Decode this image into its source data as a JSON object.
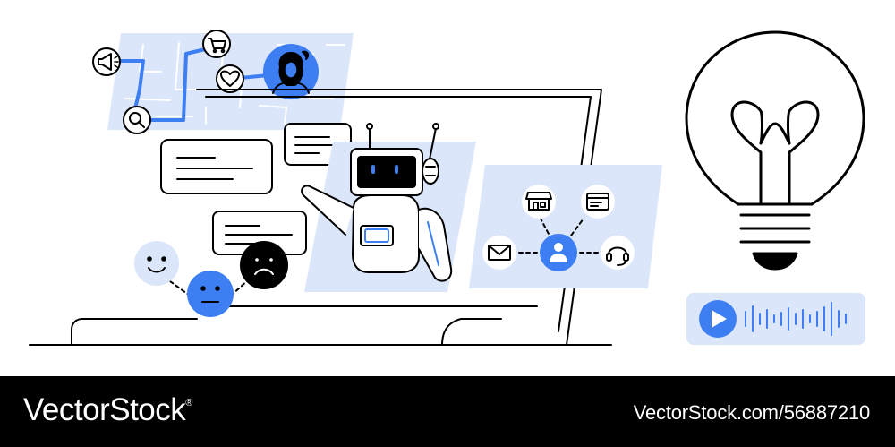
{
  "illustration": {
    "subject": "ai-chatbot-customer-service",
    "colors": {
      "accent": "#3d7ff2",
      "panel": "#dce6fb",
      "ink": "#000000",
      "background": "#ffffff"
    },
    "icons": [
      "megaphone-icon",
      "shopping-cart-icon",
      "heart-icon",
      "search-icon",
      "woman-avatar-icon",
      "robot-icon",
      "smile-face-icon",
      "neutral-face-icon",
      "sad-face-icon",
      "store-icon",
      "browser-window-icon",
      "mail-icon",
      "user-icon",
      "headset-icon",
      "lightbulb-icon",
      "play-icon",
      "sound-wave-icon"
    ]
  },
  "footer": {
    "brand": "VectorStock",
    "brand_mark": "®",
    "asset_url": "VectorStock.com/56887210"
  }
}
